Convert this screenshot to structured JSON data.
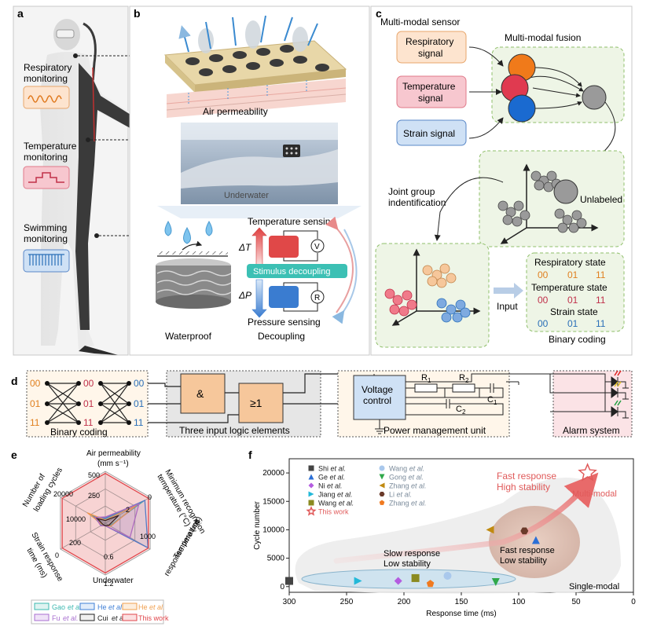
{
  "panel_letters": {
    "a": "a",
    "b": "b",
    "c": "c",
    "d": "d",
    "e": "e",
    "f": "f"
  },
  "panel_a": {
    "labels": [
      {
        "line1": "Respiratory",
        "line2": "monitoring"
      },
      {
        "line1": "Temperature",
        "line2": "monitoring"
      },
      {
        "line1": "Swimming",
        "line2": "monitoring"
      }
    ]
  },
  "panel_b": {
    "air_permeability": "Air permeability",
    "underwater": "Underwater",
    "temperature_sensing": "Temperature sensing",
    "delta_t": "ΔT",
    "delta_p": "ΔP",
    "v": "V",
    "r": "R",
    "stimulus_decoupling": "Stimulus decoupling",
    "pressure_sensing": "Pressure sensing",
    "waterproof": "Waterproof",
    "decoupling": "Decoupling"
  },
  "panel_c": {
    "multimodal_sensor": "Multi-modal sensor",
    "respiratory_l1": "Respiratory",
    "respiratory_l2": "signal",
    "temperature_l1": "Temperature",
    "temperature_l2": "signal",
    "strain": "Strain signal",
    "fusion": "Multi-modal fusion",
    "unlabeled": "Unlabeled",
    "joint_l1": "Joint group",
    "joint_l2": "indentification",
    "input": "Input",
    "resp_state": "Respiratory state",
    "temp_state": "Temperature state",
    "strain_state": "Strain state",
    "codes": [
      "00",
      "01",
      "11"
    ],
    "binary_coding": "Binary coding"
  },
  "panel_d": {
    "codes": [
      "00",
      "01",
      "11"
    ],
    "binary_coding": "Binary coding",
    "and": "&",
    "or": "≥1",
    "three_input": "Three input logic elements",
    "voltage_l1": "Voltage",
    "voltage_l2": "control",
    "r1": "R",
    "r1sub": "1",
    "r2": "R",
    "r2sub": "2",
    "c1": "C",
    "c1sub": "1",
    "c2": "C",
    "c2sub": "2",
    "power": "Power management unit",
    "alarm": "Alarm system"
  },
  "panel_e": {
    "axes": [
      {
        "l1": "Air permeability",
        "l2": "(mm s⁻¹)"
      },
      {
        "l1": "Minimum recognition",
        "l2": "temperature (°C)"
      },
      {
        "l1": "Temperature",
        "l2": "response time (ms)"
      },
      {
        "l1": "Underwater",
        "l2": ""
      },
      {
        "l1": "Strain response",
        "l2": "time (ms)"
      },
      {
        "l1": "Number of",
        "l2": "loading cycles"
      }
    ],
    "ticks": {
      "air_500": "500",
      "air_250": "250",
      "temp_0": "0",
      "temp_2": "2",
      "tresp_1000": "1000",
      "under_0_6": "0.6",
      "under_1_2": "1.2",
      "strain_0": "0",
      "strain_200": "200",
      "cycles_20000": "20000",
      "cycles_10000": "10000"
    },
    "legend": [
      {
        "name": "Gao",
        "suffix": "et al.",
        "color": "#3cb8b0"
      },
      {
        "name": "He",
        "suffix": "et al.",
        "color": "#3f7fd6"
      },
      {
        "name": "He",
        "suffix": "et al.",
        "color": "#f0a050"
      },
      {
        "name": "Fu",
        "suffix": "et al.",
        "color": "#a86fd0"
      },
      {
        "name": "Cui",
        "suffix": "et al.",
        "color": "#222222"
      },
      {
        "name": "This work",
        "suffix": "",
        "color": "#e0464b"
      }
    ]
  },
  "chart_data": {
    "type": "scatter",
    "xlabel": "Response time (ms)",
    "ylabel": "Cycle number",
    "xlim": [
      300,
      0
    ],
    "ylim": [
      -1000,
      22500
    ],
    "x_ticks": [
      300,
      250,
      200,
      150,
      100,
      50,
      0
    ],
    "y_ticks": [
      0,
      5000,
      10000,
      15000,
      20000
    ],
    "series": [
      {
        "name": "Shi",
        "suffix": "et al.",
        "marker": "square",
        "color": "#444444",
        "x": [
          300
        ],
        "y": [
          1000
        ]
      },
      {
        "name": "Ge",
        "suffix": "et al.",
        "marker": "triangle-up",
        "color": "#2b6fd6",
        "x": [
          85
        ],
        "y": [
          8200
        ]
      },
      {
        "name": "Ni",
        "suffix": "et al.",
        "marker": "diamond",
        "color": "#b45ce0",
        "x": [
          205
        ],
        "y": [
          1000
        ]
      },
      {
        "name": "Jiang",
        "suffix": "et al.",
        "marker": "triangle-right",
        "color": "#22b8d8",
        "x": [
          240
        ],
        "y": [
          1000
        ]
      },
      {
        "name": "Wang",
        "suffix": "et al.",
        "marker": "square",
        "color": "#8a8a20",
        "x": [
          190
        ],
        "y": [
          1500
        ]
      },
      {
        "name": "This work",
        "suffix": "",
        "marker": "star",
        "color": "#e05a5a",
        "x": [
          40
        ],
        "y": [
          20000
        ]
      },
      {
        "name": "Wang",
        "suffix": "et al.",
        "marker": "circle",
        "color": "#a9c8ec",
        "x": [
          162
        ],
        "y": [
          1900
        ]
      },
      {
        "name": "Gong",
        "suffix": "et al.",
        "marker": "triangle-down",
        "color": "#2fa84a",
        "x": [
          120
        ],
        "y": [
          800
        ]
      },
      {
        "name": "Zhang",
        "suffix": "et al.",
        "marker": "triangle-left",
        "color": "#c08a10",
        "x": [
          125
        ],
        "y": [
          10000
        ]
      },
      {
        "name": "Li",
        "suffix": "et al.",
        "marker": "hexagon",
        "color": "#6a3a2a",
        "x": [
          95
        ],
        "y": [
          9800
        ]
      },
      {
        "name": "Zhang",
        "suffix": "et al.",
        "marker": "pentagon",
        "color": "#f07a20",
        "x": [
          177
        ],
        "y": [
          500
        ]
      }
    ],
    "annotations": {
      "fast_high_l1": "Fast response",
      "fast_high_l2": "High stability",
      "multimodal": "Multi-modal",
      "slow_low_l1": "Slow response",
      "slow_low_l2": "Low stability",
      "fast_low_l1": "Fast response",
      "fast_low_l2": "Low stability",
      "single_modal": "Single-modal"
    }
  },
  "colors": {
    "panel_border": "#bcbcbc",
    "green_bg": "#eef5e6",
    "green_dash": "#8fbf6a",
    "orange_fill": "#f6c79b",
    "resp_fill": "#fde4cf",
    "resp_border": "#e8a66b",
    "temp_fill": "#f7c7cf",
    "temp_border": "#e07a8a",
    "strain_fill": "#cfe1f5",
    "strain_border": "#5a88c8",
    "teal": "#3cc0b4",
    "code00": "#e08020",
    "code01": "#c0304a",
    "code11": "#2a6fb8"
  }
}
